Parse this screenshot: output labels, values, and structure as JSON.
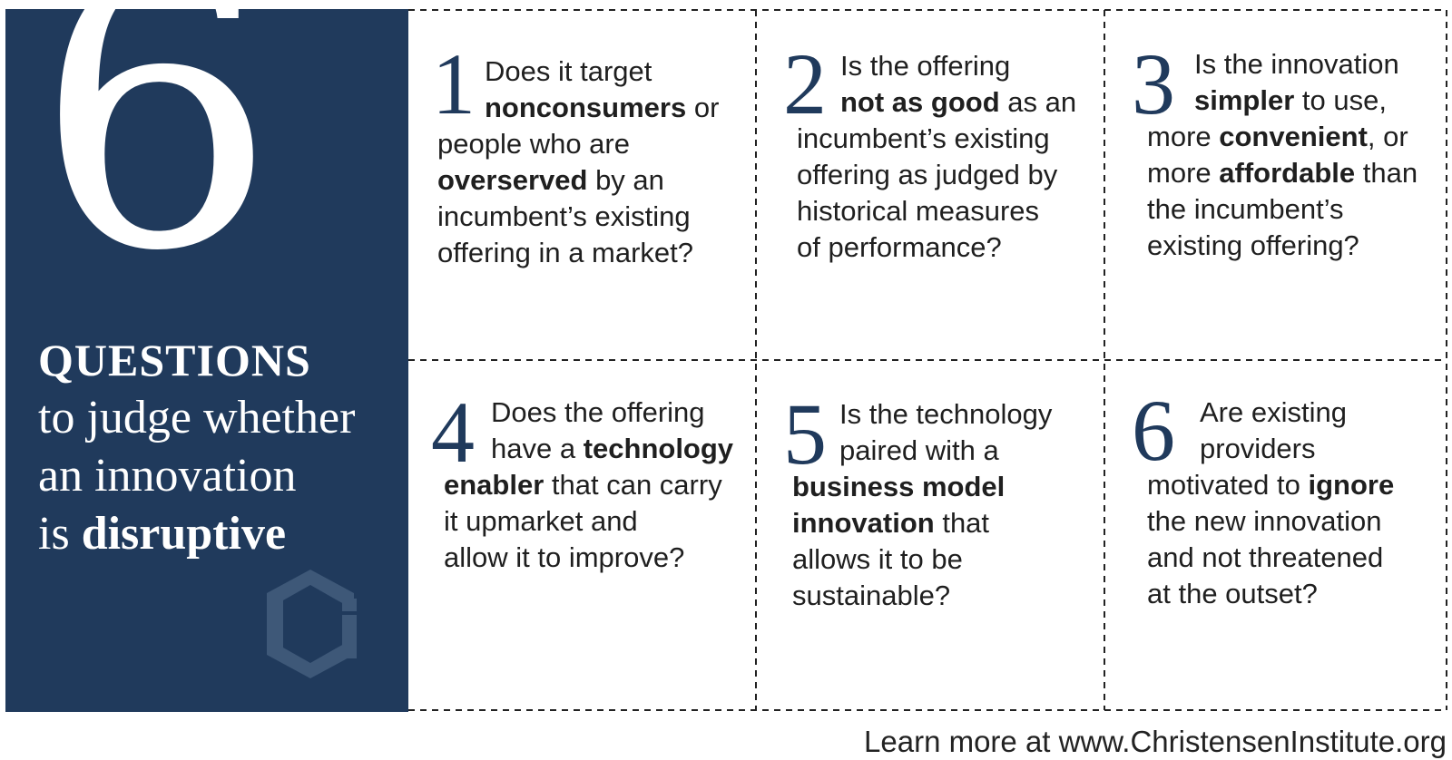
{
  "panel": {
    "big_number": "6",
    "heading_line1": "QUESTIONS",
    "heading_line2": "to judge whether",
    "heading_line3": "an innovation",
    "heading_line4_prefix": "is ",
    "heading_line4_bold": "disruptive"
  },
  "questions": [
    {
      "number": "1",
      "lines": [
        [
          {
            "t": "Does it target",
            "b": false
          }
        ],
        [
          {
            "t": "nonconsumers",
            "b": true
          },
          {
            "t": " or",
            "b": false
          }
        ],
        [
          {
            "t": "people who are",
            "b": false
          }
        ],
        [
          {
            "t": "overserved",
            "b": true
          },
          {
            "t": " by an",
            "b": false
          }
        ],
        [
          {
            "t": "incumbent’s existing",
            "b": false
          }
        ],
        [
          {
            "t": "offering in a market?",
            "b": false
          }
        ]
      ]
    },
    {
      "number": "2",
      "lines": [
        [
          {
            "t": "Is the offering",
            "b": false
          }
        ],
        [
          {
            "t": "not as good",
            "b": true
          },
          {
            "t": " as an",
            "b": false
          }
        ],
        [
          {
            "t": "incumbent’s existing",
            "b": false
          }
        ],
        [
          {
            "t": "offering as judged by",
            "b": false
          }
        ],
        [
          {
            "t": "historical measures",
            "b": false
          }
        ],
        [
          {
            "t": "of performance?",
            "b": false
          }
        ]
      ]
    },
    {
      "number": "3",
      "lines": [
        [
          {
            "t": "Is the innovation",
            "b": false
          }
        ],
        [
          {
            "t": "simpler",
            "b": true
          },
          {
            "t": " to use,",
            "b": false
          }
        ],
        [
          {
            "t": "more ",
            "b": false
          },
          {
            "t": "convenient",
            "b": true
          },
          {
            "t": ", or",
            "b": false
          }
        ],
        [
          {
            "t": "more ",
            "b": false
          },
          {
            "t": "affordable",
            "b": true
          },
          {
            "t": " than",
            "b": false
          }
        ],
        [
          {
            "t": "the incumbent’s",
            "b": false
          }
        ],
        [
          {
            "t": "existing offering?",
            "b": false
          }
        ]
      ]
    },
    {
      "number": "4",
      "lines": [
        [
          {
            "t": "Does the offering",
            "b": false
          }
        ],
        [
          {
            "t": "have a ",
            "b": false
          },
          {
            "t": "technology",
            "b": true
          }
        ],
        [
          {
            "t": "enabler",
            "b": true
          },
          {
            "t": " that can carry",
            "b": false
          }
        ],
        [
          {
            "t": "it upmarket and",
            "b": false
          }
        ],
        [
          {
            "t": "allow it to improve?",
            "b": false
          }
        ]
      ]
    },
    {
      "number": "5",
      "lines": [
        [
          {
            "t": "Is the technology",
            "b": false
          }
        ],
        [
          {
            "t": "paired with a",
            "b": false
          }
        ],
        [
          {
            "t": "business model",
            "b": true
          }
        ],
        [
          {
            "t": "innovation",
            "b": true
          },
          {
            "t": " that",
            "b": false
          }
        ],
        [
          {
            "t": "allows it to be",
            "b": false
          }
        ],
        [
          {
            "t": "sustainable?",
            "b": false
          }
        ]
      ]
    },
    {
      "number": "6",
      "lines": [
        [
          {
            "t": "Are existing",
            "b": false
          }
        ],
        [
          {
            "t": "providers",
            "b": false
          }
        ],
        [
          {
            "t": "motivated to ",
            "b": false
          },
          {
            "t": "ignore",
            "b": true
          }
        ],
        [
          {
            "t": "the new innovation",
            "b": false
          }
        ],
        [
          {
            "t": "and not threatened",
            "b": false
          }
        ],
        [
          {
            "t": "at the outset?",
            "b": false
          }
        ]
      ]
    }
  ],
  "footer": {
    "text": "Learn more at www.ChristensenInstitute.org"
  },
  "colors": {
    "navy": "#203a5c",
    "logo": "#3e5878"
  },
  "icons": {
    "logo": "christensen-institute-logo-icon"
  }
}
